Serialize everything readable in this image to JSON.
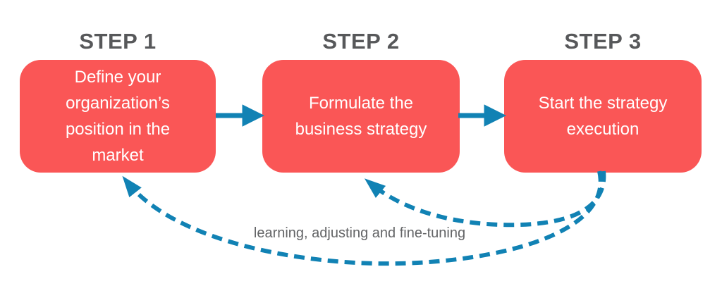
{
  "colors": {
    "box_red": "#FA5656",
    "arrow_blue": "#1182B4",
    "step_title_gray": "#57585A",
    "caption_gray": "#636466",
    "box_text_white": "#FFFFFF",
    "background": "#FFFFFF"
  },
  "steps": [
    {
      "title": "STEP 1",
      "text": "Define your\norganization’s\nposition in the\nmarket"
    },
    {
      "title": "STEP 2",
      "text": "Formulate the\nbusiness strategy"
    },
    {
      "title": "STEP 3",
      "text": "Start the strategy\nexecution"
    }
  ],
  "flow_arrows": [
    {
      "from": "STEP 1",
      "to": "STEP 2",
      "style": "solid"
    },
    {
      "from": "STEP 2",
      "to": "STEP 3",
      "style": "solid"
    }
  ],
  "feedback_arrows": [
    {
      "from": "STEP 3",
      "to": "STEP 2",
      "style": "dashed"
    },
    {
      "from": "STEP 3",
      "to": "STEP 1",
      "style": "dashed"
    }
  ],
  "caption": "learning, adjusting and fine-tuning"
}
